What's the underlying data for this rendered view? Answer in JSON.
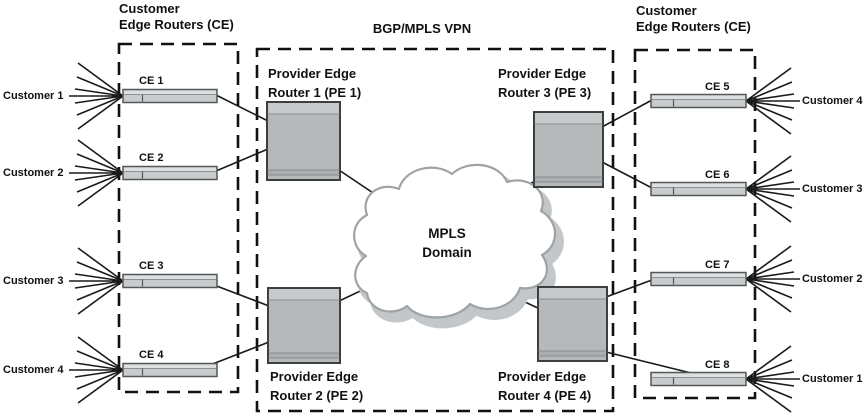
{
  "titles": {
    "left_line1": "Customer",
    "left_line2": "Edge Routers (CE)",
    "center": "BGP/MPLS VPN",
    "right_line1": "Customer",
    "right_line2": "Edge Routers (CE)"
  },
  "cloud": {
    "line1": "MPLS",
    "line2": "Domain"
  },
  "pe_routers": [
    {
      "line1": "Provider Edge",
      "line2": "Router 1 (PE 1)"
    },
    {
      "line1": "Provider Edge",
      "line2": "Router 2 (PE 2)"
    },
    {
      "line1": "Provider Edge",
      "line2": "Router 3 (PE 3)"
    },
    {
      "line1": "Provider Edge",
      "line2": "Router 4 (PE 4)"
    }
  ],
  "ce_labels": [
    "CE 1",
    "CE 2",
    "CE 3",
    "CE 4",
    "CE 5",
    "CE 6",
    "CE 7",
    "CE 8"
  ],
  "customers_left": [
    "Customer 1",
    "Customer 2",
    "Customer 3",
    "Customer 4"
  ],
  "customers_right": [
    "Customer 4",
    "Customer 3",
    "Customer 2",
    "Customer 1"
  ],
  "colors": {
    "background": "#ffffff",
    "router_box_fill": "#b5b9ba",
    "ce_bar_fill": "#c9cccc",
    "cloud_outline": "#9ea3a5",
    "cloud_shadow": "#c3c7c9",
    "line": "#1a1a1a"
  }
}
